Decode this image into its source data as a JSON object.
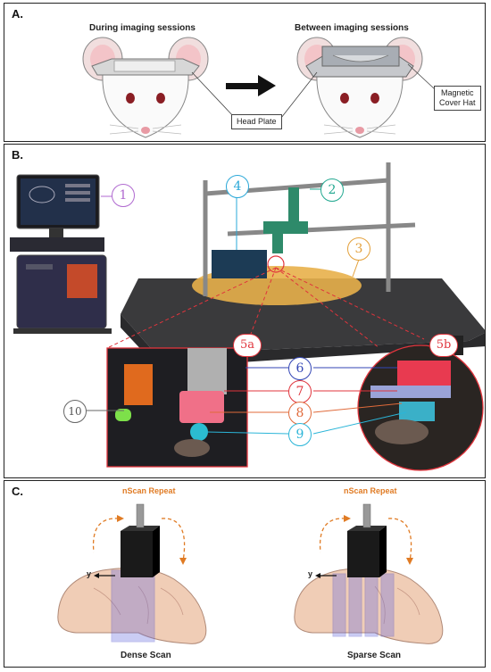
{
  "panelA": {
    "label": "A.",
    "during": "During imaging sessions",
    "between": "Between imaging sessions",
    "headplate": "Head Plate",
    "cover_l1": "Magnetic",
    "cover_l2": "Cover Hat"
  },
  "panelB": {
    "label": "B.",
    "callouts": [
      "1",
      "2",
      "3",
      "4",
      "5a",
      "5b",
      "6",
      "7",
      "8",
      "9",
      "10"
    ],
    "colors": {
      "c1": "#b06ad0",
      "c2": "#22a890",
      "c3": "#e3a03a",
      "c4": "#2aa8d8",
      "c5": "#e0343c",
      "c6": "#3346b5",
      "c7": "#e0343c",
      "c8": "#e06a3a",
      "c9": "#2bb5d8",
      "c10": "#666666"
    }
  },
  "panelC": {
    "label": "C.",
    "repeat_left": "nScan Repeat",
    "repeat_right": "nScan Repeat",
    "axis_left": "y",
    "axis_right": "y",
    "dense": "Dense Scan",
    "sparse": "Sparse Scan"
  }
}
